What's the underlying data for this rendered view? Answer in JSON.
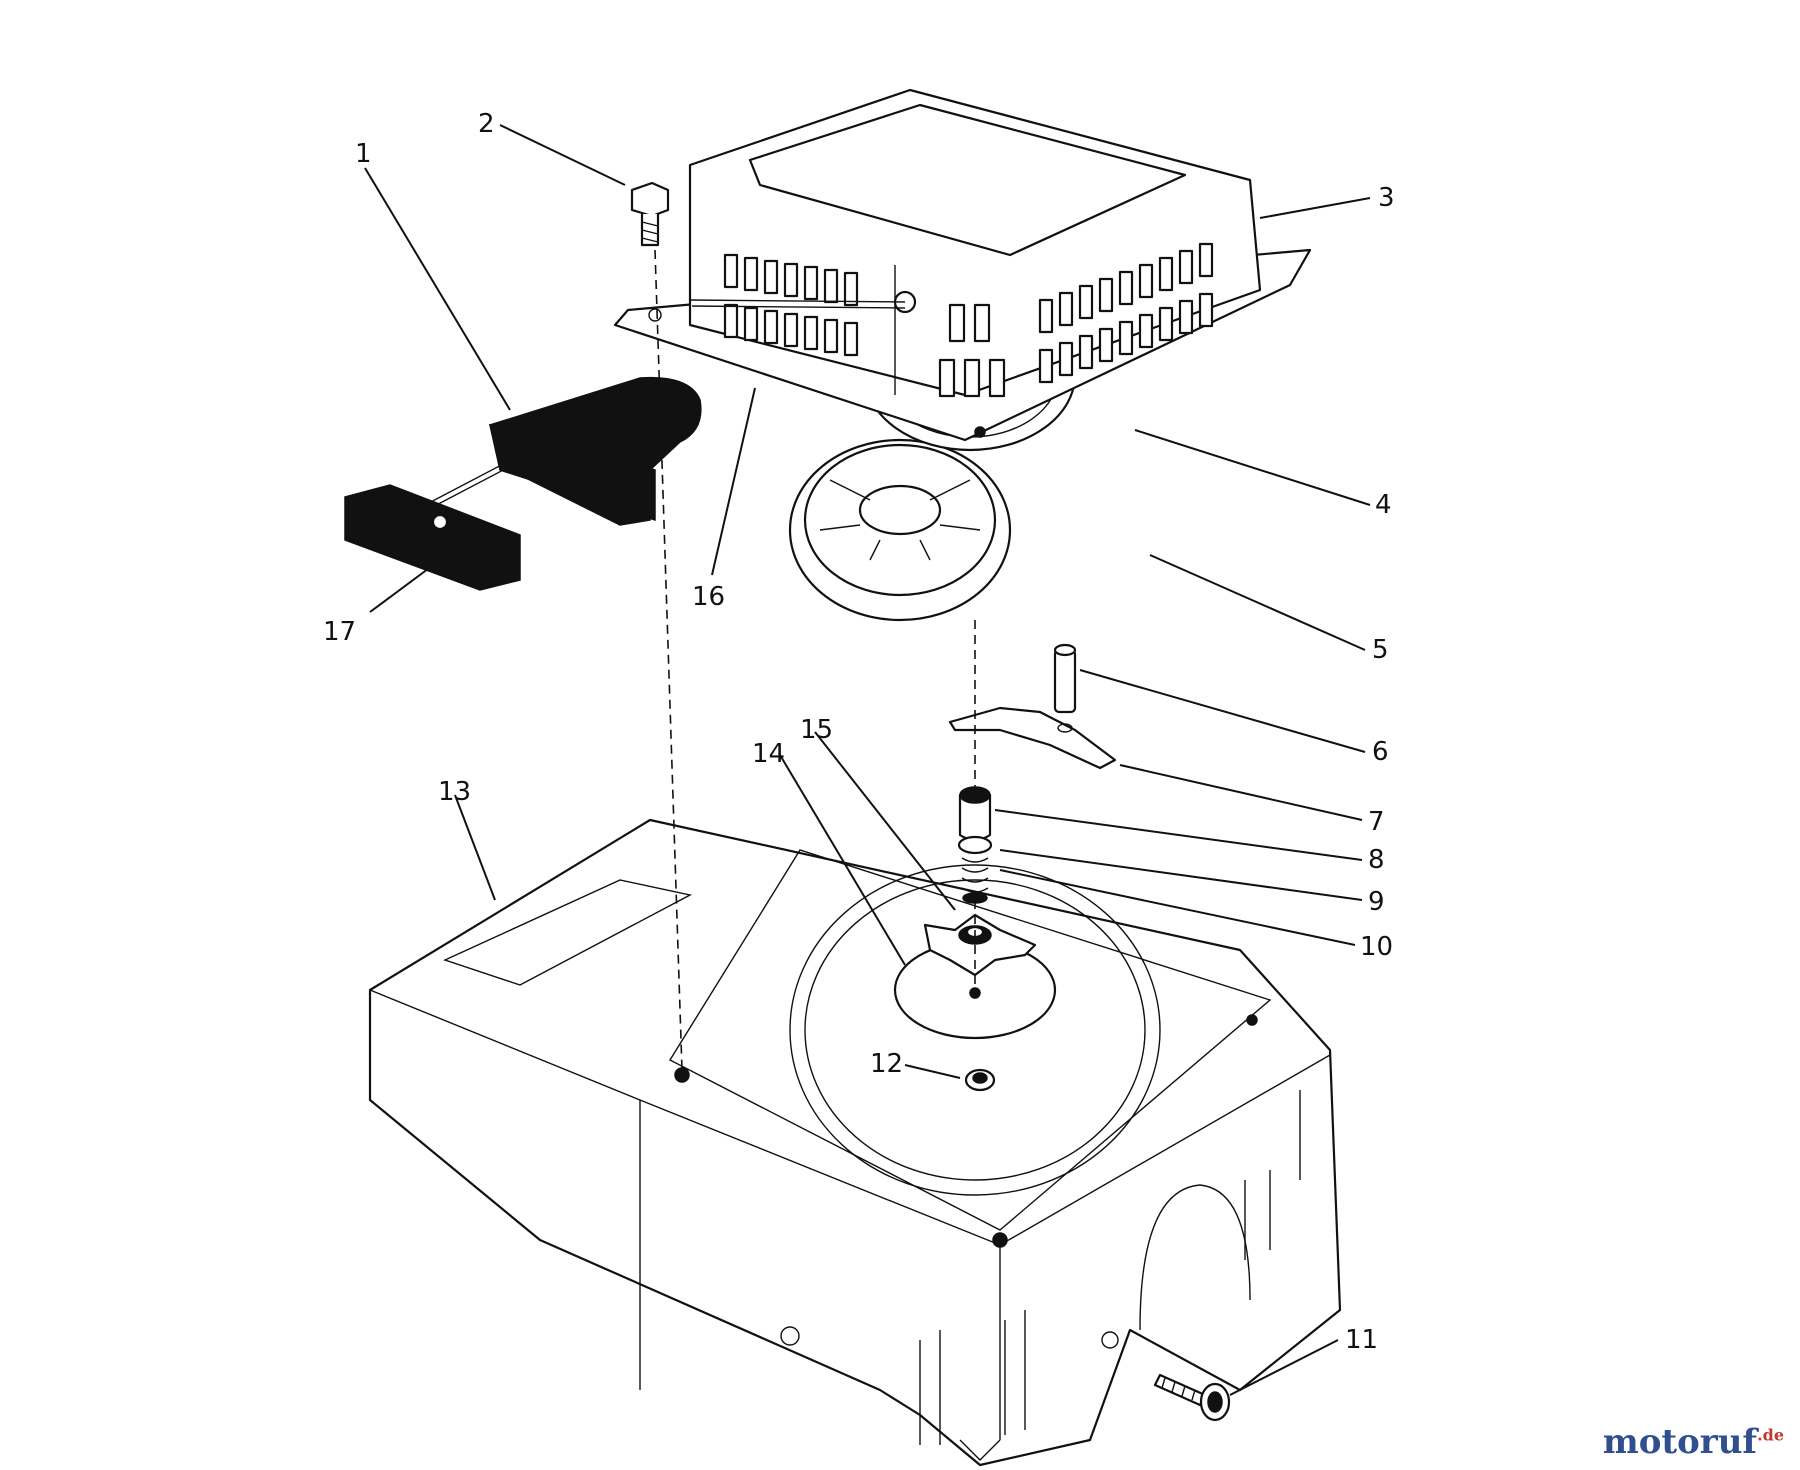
{
  "callouts": {
    "c1": "1",
    "c2": "2",
    "c3": "3",
    "c4": "4",
    "c5": "5",
    "c6": "6",
    "c7": "7",
    "c8": "8",
    "c9": "9",
    "c10": "10",
    "c11": "11",
    "c12": "12",
    "c13": "13",
    "c14": "14",
    "c15": "15",
    "c16": "16",
    "c17": "17"
  },
  "watermark": {
    "brand": "motoruf",
    "tld": ".de",
    "brand_color": "#2f4f8f",
    "accent_color": "#c0392b"
  }
}
